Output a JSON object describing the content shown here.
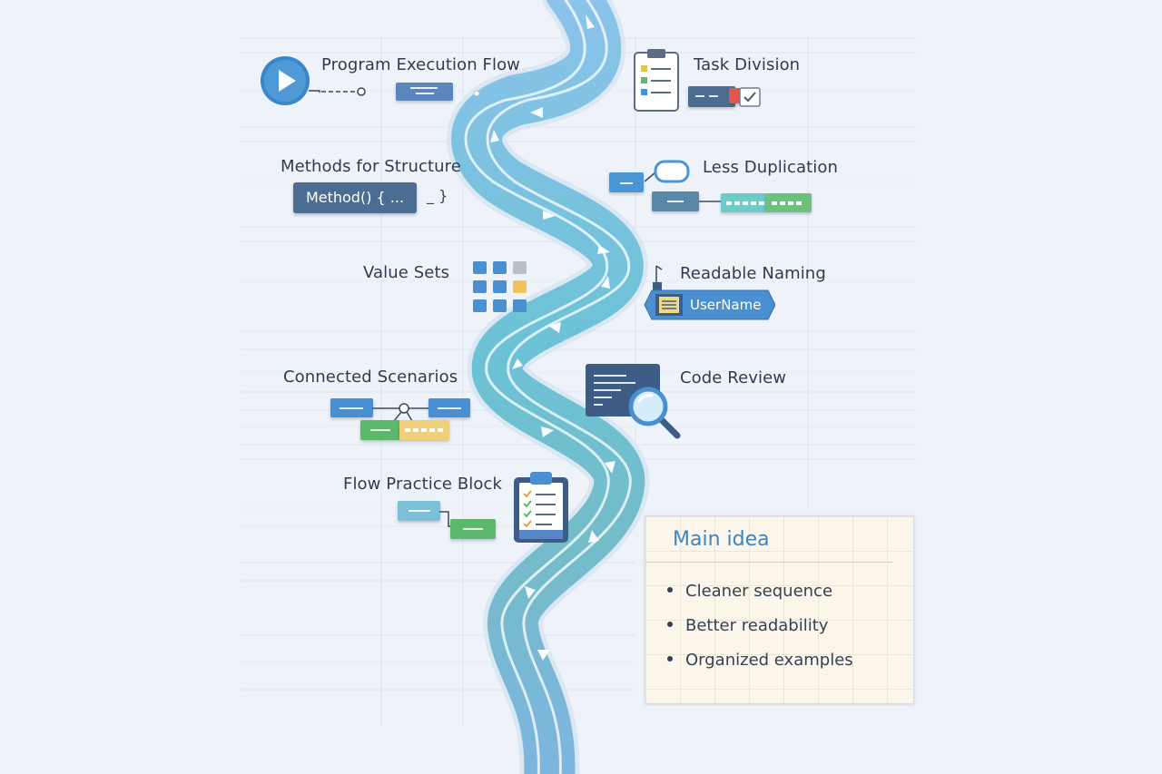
{
  "topics": {
    "program_execution_flow": "Program Execution Flow",
    "task_division": "Task Division",
    "methods_for_structure": "Methods for Structure",
    "less_duplication": "Less Duplication",
    "value_sets": "Value Sets",
    "readable_naming": "Readable Naming",
    "connected_scenarios": "Connected Scenarios",
    "code_review": "Code Review",
    "flow_practice_block": "Flow Practice Block"
  },
  "snippets": {
    "method_box": "Method() { ...",
    "method_tail": "_ }",
    "username": "UserName"
  },
  "main_idea": {
    "title": "Main idea",
    "items": [
      "Cleaner sequence",
      "Better readability",
      "Organized examples"
    ]
  },
  "icons": {
    "play": "play-icon",
    "task_clipboard": "clipboard-checklist-icon",
    "grid": "value-grid-icon",
    "speech": "speech-bubble-icon",
    "name_tag": "name-tag-icon",
    "magnifier": "magnifier-icon",
    "practice_clipboard": "practice-clipboard-icon"
  },
  "colors": {
    "background": "#eef3f9",
    "river_light": "#8fc4e8",
    "river_teal": "#6cc0d2",
    "navy_box": "#4b6d92",
    "blue_box": "#4a8fcf",
    "green_box": "#5cb86b",
    "teal_box": "#6cc5c5",
    "yellow_box": "#f0cf7a",
    "accent_title": "#3d86c2"
  }
}
